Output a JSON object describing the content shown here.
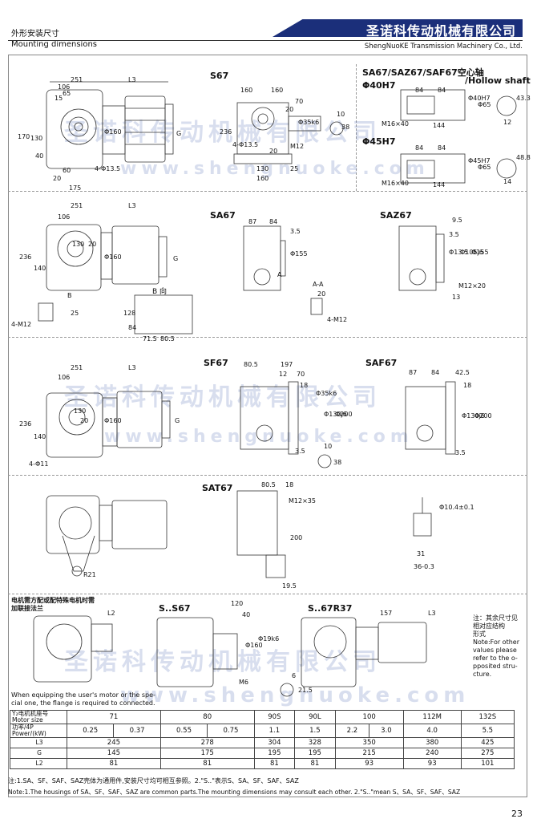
{
  "header": {
    "section_cn": "外形安装尺寸",
    "section_en": "Mounting dimensions",
    "brand_cn": "圣诺科传动机械有限公司",
    "brand_en": "ShengNuoKE Transmission Machinery Co., Ltd."
  },
  "watermark": {
    "cn": "圣诺科传动机械有限公司",
    "en": "www.shengnuoke.com"
  },
  "sections": {
    "s67": "S67",
    "hollow_title": "SA67/SAZ67/SAF67空心轴",
    "hollow_sub": "/Hollow shaft",
    "h40": "Φ40H7",
    "h45": "Φ45H7",
    "sa67": "SA67",
    "saz67": "SAZ67",
    "b_dir": "B 向",
    "a_a": "A-A",
    "sf67": "SF67",
    "saf67": "SAF67",
    "sat67": "SAT67",
    "s_s67": "S..S67",
    "s_67r37": "S..67R37"
  },
  "dims": {
    "d251": "251",
    "dL3": "L3",
    "d106": "106",
    "d65": "65",
    "d15": "15",
    "d170": "170",
    "d130": "130",
    "d40": "40",
    "d60": "60",
    "d20": "20",
    "d175": "175",
    "dPhi160": "Φ160",
    "d4phi135": "4-Φ13.5",
    "dG": "G",
    "d160": "160",
    "d70": "70",
    "d236": "236",
    "dPhi35k6": "Φ35k6",
    "d10": "10",
    "d38": "38",
    "dM12": "M12",
    "d25": "25",
    "d84": "84",
    "dM16x40": "M16×40",
    "d144": "144",
    "dPhi40H7": "Φ40H7",
    "dPhi65": "Φ65",
    "d43_3": "43.3",
    "d12": "12",
    "dPhi45H7": "Φ45H7",
    "d48_8": "48.8",
    "d14": "14",
    "d87": "87",
    "d3_5": "3.5",
    "dPhi155": "Φ155",
    "d9_5": "9.5",
    "dPhi13_5": "Φ13.5",
    "dPhi105j6": "Φ105j6",
    "dM12x20": "M12×20",
    "d13": "13",
    "d140": "140",
    "dB": "B",
    "d4M12": "4-M12",
    "d128": "128",
    "d84_b": "84",
    "d71_5": "71.5",
    "d80_5": "80.5",
    "dA": "A",
    "d197": "197",
    "d18": "18",
    "dPhi130j6": "Φ130j6",
    "dPhi200": "Φ200",
    "d4phi11": "4-Φ11",
    "d42_5": "42.5",
    "dM12x35": "M12×35",
    "d200": "200",
    "d19_5": "19.5",
    "dR21": "R21",
    "dPhi10_4": "Φ10.4±0.1",
    "d31": "31",
    "d36": "36-0.3",
    "dL2": "L2",
    "d120": "120",
    "dPhi19k6": "Φ19k6",
    "dM6": "M6",
    "d6": "6",
    "d21_5": "21.5",
    "d157": "157"
  },
  "side_note": {
    "cn1": "注：其余尺寸见",
    "cn2": "相对应结构",
    "cn3": "形式",
    "en1": "Note:For other",
    "en2": "values please",
    "en3": "refer to the o-",
    "en4": "pposited stru-",
    "en5": "cture."
  },
  "motor_note": {
    "cn1": "电机需方配或配特殊电机时需",
    "cn2": "加联接法兰",
    "en1": "When equipping the user's motor or the spe-",
    "en2": "cial one, the flange is required to connected."
  },
  "table": {
    "head_cn": "Y₂电机机座号",
    "head_en": "Motor size",
    "power_cn": "功率/4P",
    "power_en": "Power/(kW)",
    "sizes": [
      "71",
      "80",
      "90S",
      "90L",
      "100",
      "112M",
      "132S"
    ],
    "powers": [
      "0.25",
      "0.37",
      "0.55",
      "0.75",
      "1.1",
      "1.5",
      "2.2",
      "3.0",
      "4.0",
      "5.5"
    ],
    "rows": [
      {
        "label": "L3",
        "values": [
          "245",
          "278",
          "304",
          "328",
          "350",
          "380",
          "425"
        ]
      },
      {
        "label": "G",
        "values": [
          "145",
          "175",
          "195",
          "195",
          "215",
          "240",
          "275"
        ]
      },
      {
        "label": "L2",
        "values": [
          "81",
          "81",
          "81",
          "81",
          "93",
          "93",
          "101"
        ]
      }
    ]
  },
  "footnotes": {
    "cn": "注:1.SA、SF、SAF、SAZ壳体为通用件,安装尺寸均可相互参照。2.\"S..\"表示S、SA、SF、SAF、SAZ",
    "en": "Note:1.The housings of SA、SF、SAF、SAZ are common parts.The mounting dimensions may consult each other. 2.\"S..\"mean S、SA、SF、SAF、SAZ"
  },
  "page_number": "23"
}
